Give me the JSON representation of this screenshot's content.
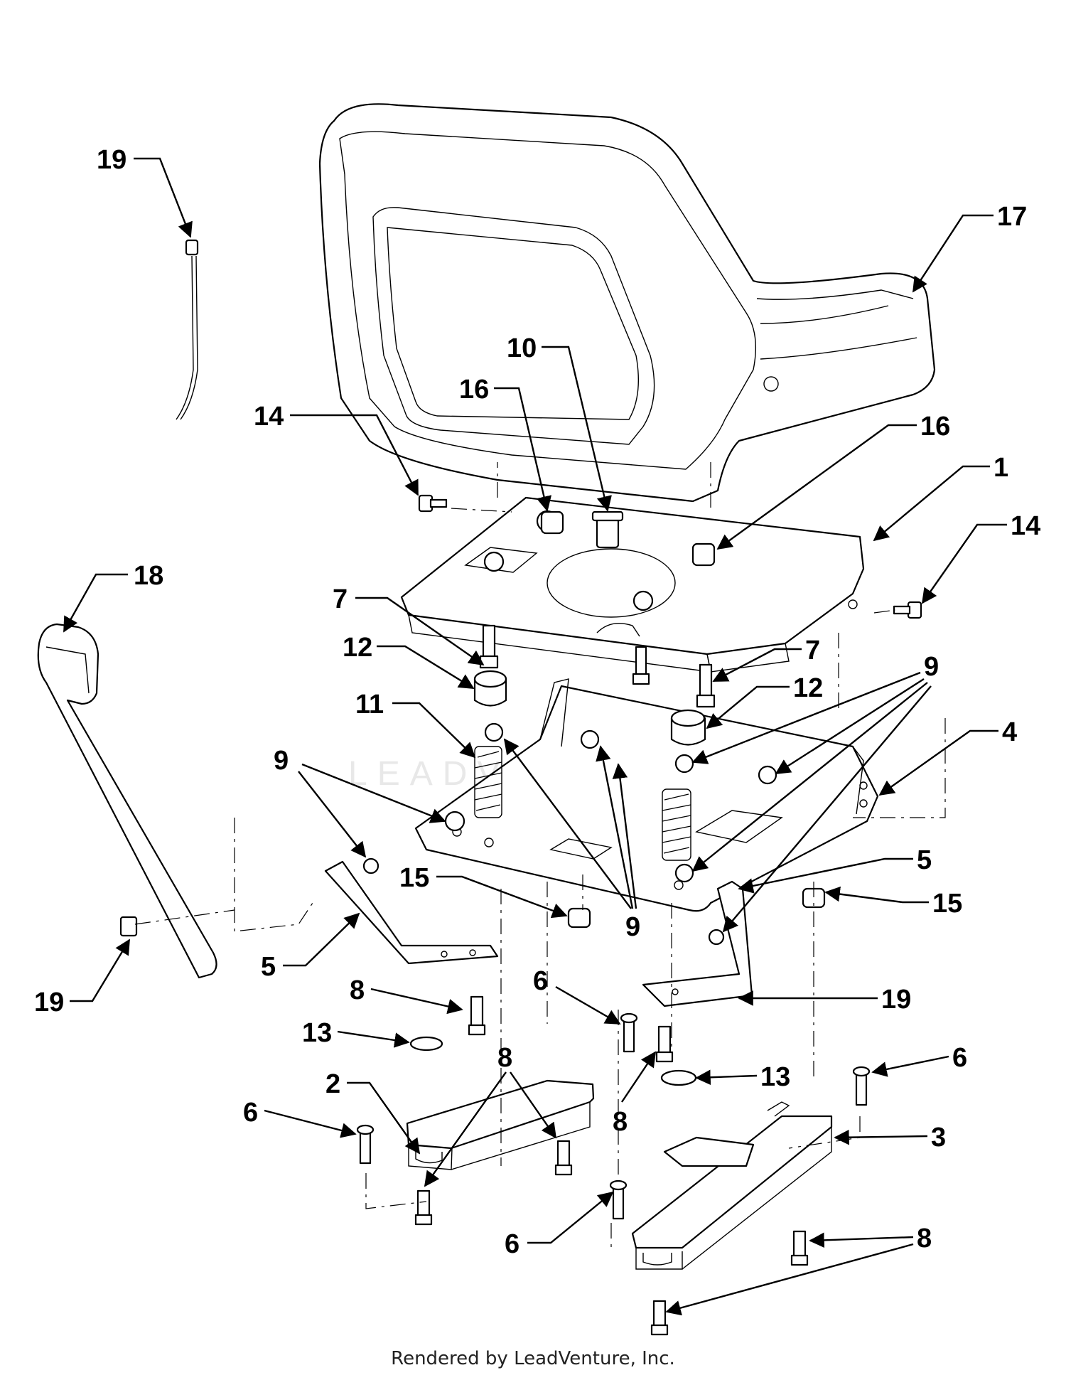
{
  "watermark": "LEADVENTURE",
  "footer": "Rendered by LeadVenture, Inc.",
  "callouts": [
    {
      "id": "c1",
      "label": "19"
    },
    {
      "id": "c2",
      "label": "17"
    },
    {
      "id": "c3",
      "label": "10"
    },
    {
      "id": "c4",
      "label": "16"
    },
    {
      "id": "c5",
      "label": "14"
    },
    {
      "id": "c6",
      "label": "16"
    },
    {
      "id": "c7",
      "label": "1"
    },
    {
      "id": "c8",
      "label": "14"
    },
    {
      "id": "c9",
      "label": "18"
    },
    {
      "id": "c10",
      "label": "7"
    },
    {
      "id": "c11",
      "label": "12"
    },
    {
      "id": "c12",
      "label": "7"
    },
    {
      "id": "c13",
      "label": "12"
    },
    {
      "id": "c14",
      "label": "9"
    },
    {
      "id": "c15",
      "label": "11"
    },
    {
      "id": "c16",
      "label": "4"
    },
    {
      "id": "c17",
      "label": "9"
    },
    {
      "id": "c18",
      "label": "15"
    },
    {
      "id": "c19",
      "label": "9"
    },
    {
      "id": "c20",
      "label": "5"
    },
    {
      "id": "c21",
      "label": "5"
    },
    {
      "id": "c22",
      "label": "15"
    },
    {
      "id": "c23",
      "label": "19"
    },
    {
      "id": "c24",
      "label": "8"
    },
    {
      "id": "c25",
      "label": "6"
    },
    {
      "id": "c26",
      "label": "19"
    },
    {
      "id": "c27",
      "label": "13"
    },
    {
      "id": "c28",
      "label": "8"
    },
    {
      "id": "c29",
      "label": "2"
    },
    {
      "id": "c30",
      "label": "13"
    },
    {
      "id": "c31",
      "label": "6"
    },
    {
      "id": "c32",
      "label": "6"
    },
    {
      "id": "c33",
      "label": "8"
    },
    {
      "id": "c34",
      "label": "3"
    },
    {
      "id": "c35",
      "label": "6"
    },
    {
      "id": "c36",
      "label": "8"
    }
  ]
}
